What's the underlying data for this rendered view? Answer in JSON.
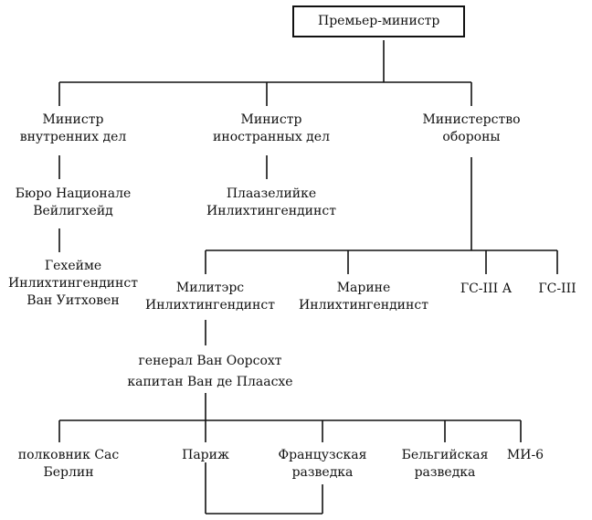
{
  "top": [
    "Премьер-министр"
  ],
  "interior": [
    "Министр",
    "внутренних дел"
  ],
  "foreign": [
    "Министр",
    "иностранных дел"
  ],
  "defence": [
    "Министерство",
    "обороны"
  ],
  "bureau": [
    "Бюро Национале",
    "Вейлигхейд"
  ],
  "plaaz": [
    "Плаазелийке",
    "Инлихтингендинст"
  ],
  "geheime": [
    "Гехейме",
    "Инлихтингендинст",
    "Ван Уитховен"
  ],
  "militair": [
    "Милитэрс",
    "Инлихтингендинст"
  ],
  "marine": [
    "Марине",
    "Инлихтингендинст"
  ],
  "gs3a": [
    "ГС-III А"
  ],
  "gs3": [
    "ГС-III"
  ],
  "generals": [
    "генерал Ван Оорсохт",
    "капитан Ван де Плаасхе"
  ],
  "sas": [
    "полковник Сас",
    "Берлин"
  ],
  "paris": [
    "Париж"
  ],
  "french": [
    "Французская",
    "разведка"
  ],
  "belgian": [
    "Бельгийская",
    "разведка"
  ],
  "mi6": [
    "МИ-6"
  ]
}
